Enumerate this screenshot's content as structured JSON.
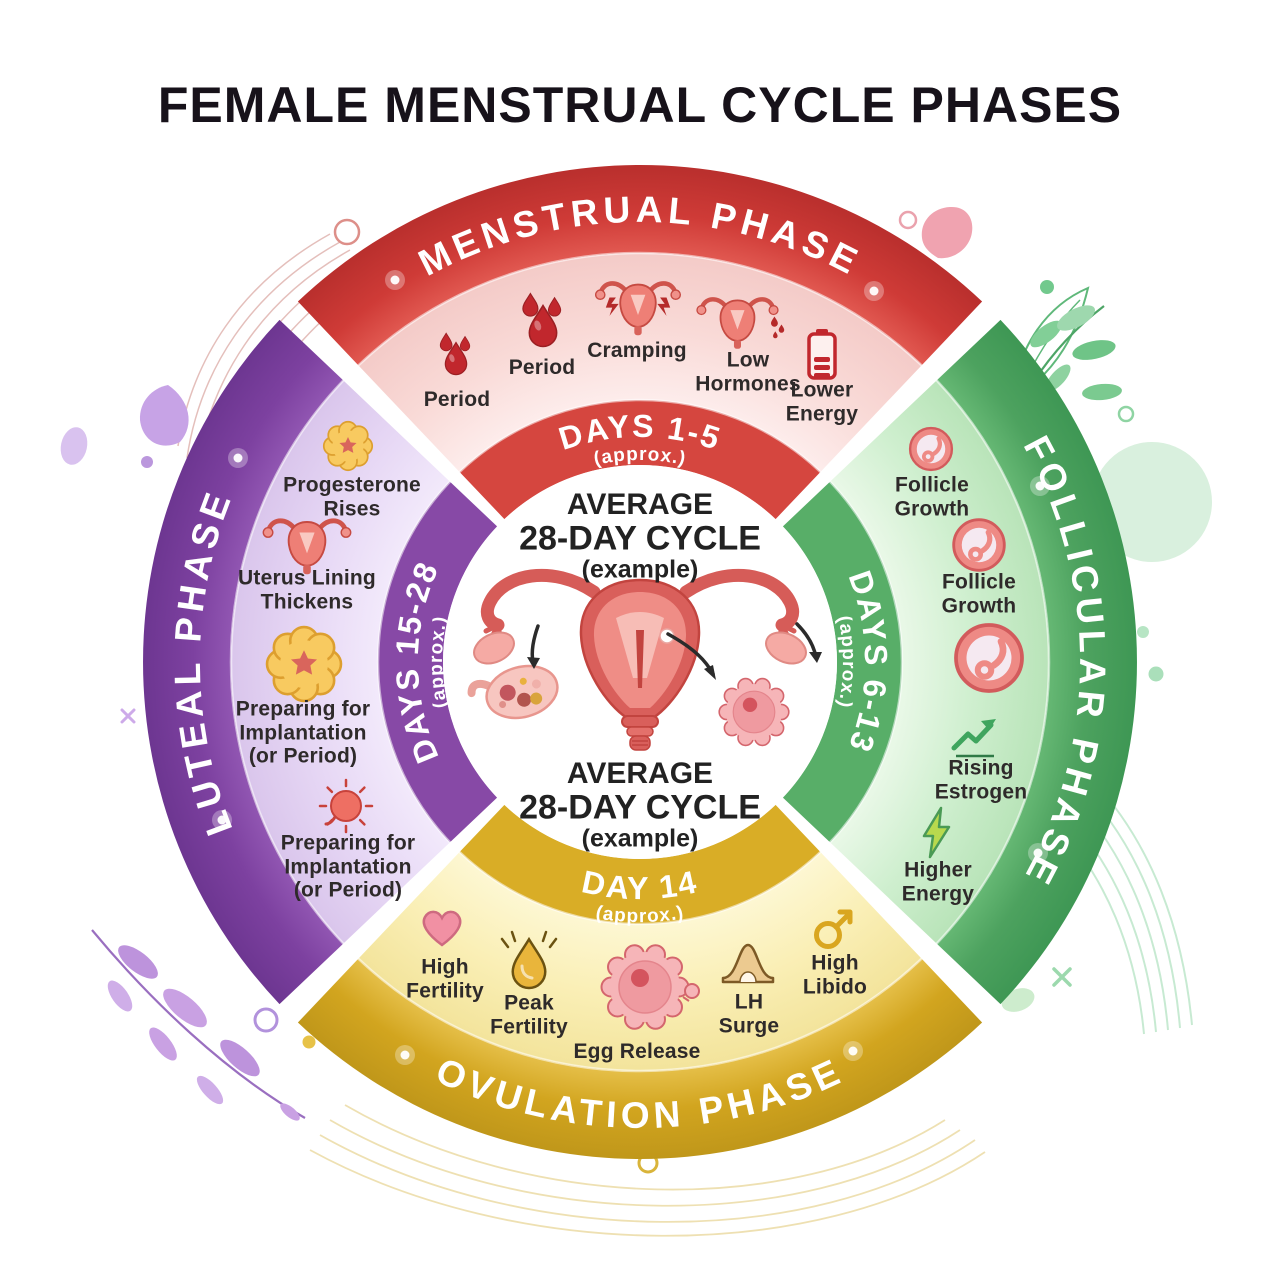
{
  "title": "FEMALE MENSTRUAL CYCLE PHASES",
  "center": {
    "average": "AVERAGE",
    "cycle": "28-DAY CYCLE",
    "example": "(example)"
  },
  "colors": {
    "menstrual": "#cf3b37",
    "menstrual_band": "#f8d9d6",
    "follicular": "#4da25f",
    "follicular_band": "#cdeecd",
    "ovulation": "#d2a51f",
    "ovulation_band": "#faefb6",
    "luteal": "#7d41a0",
    "luteal_band": "#e6d6f3"
  },
  "phases": [
    {
      "name": "MENSTRUAL PHASE",
      "days": "DAYS 1-5",
      "approx": "(approx.)",
      "items": [
        {
          "icon": "blood-drops-icon",
          "label": "Period"
        },
        {
          "icon": "blood-drops-icon",
          "label": "Period"
        },
        {
          "icon": "cramping-uterus-icon",
          "label": "Cramping"
        },
        {
          "icon": "uterus-low-hormones-icon",
          "label": "Low\nHormones"
        },
        {
          "icon": "battery-low-icon",
          "label": "Lower\nEnergy"
        }
      ]
    },
    {
      "name": "FOLLICULAR PHASE",
      "days": "DAYS 6-13",
      "approx": "(approx.)",
      "items": [
        {
          "icon": "follicle-growth-icon",
          "label": "Follicle\nGrowth"
        },
        {
          "icon": "follicle-growth-icon",
          "label": "Follicle\nGrowth"
        },
        {
          "icon": "follicle-growth-icon",
          "label": ""
        },
        {
          "icon": "rising-trend-icon",
          "label": "Rising\nEstrogen"
        },
        {
          "icon": "lightning-icon",
          "label": "Higher\nEnergy"
        }
      ]
    },
    {
      "name": "OVULATION PHASE",
      "days": "DAY 14",
      "approx": "(approx.)",
      "items": [
        {
          "icon": "heart-icon",
          "label": "High\nFertility"
        },
        {
          "icon": "golden-drop-icon",
          "label": "Peak\nFertility"
        },
        {
          "icon": "egg-cell-icon",
          "label": "Egg Release"
        },
        {
          "icon": "lh-surge-curve-icon",
          "label": "LH\nSurge"
        },
        {
          "icon": "mars-symbol-icon",
          "label": "High\nLibido"
        }
      ]
    },
    {
      "name": "LUTEAL PHASE",
      "days": "DAYS 15-28",
      "approx": "(approx.)",
      "items": [
        {
          "icon": "corpus-luteum-icon",
          "label": "Progesterone\nRises"
        },
        {
          "icon": "uterus-icon",
          "label": "Uterus Lining\nThickens"
        },
        {
          "icon": "corpus-luteum-icon",
          "label": "Preparing for\nImplantation\n(or Period)"
        },
        {
          "icon": "ovum-sun-icon",
          "label": "Preparing for\nImplantation\n(or Period)"
        }
      ]
    }
  ]
}
